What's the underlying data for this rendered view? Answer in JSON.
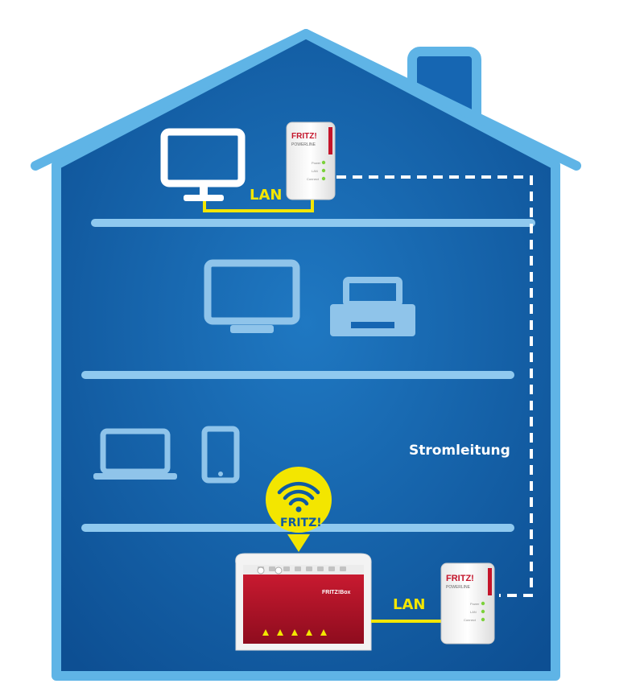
{
  "labels": {
    "lan_top": "LAN",
    "lan_bottom": "LAN",
    "powerline": "Stromleitung",
    "wifi_badge": "FRITZ!"
  },
  "devices": {
    "powerline_brand": "FRITZ!",
    "powerline_model": "POWERLINE",
    "powerline_led_power": "Power",
    "powerline_led_lan": "LAN",
    "powerline_led_connect": "Connect",
    "router_brand": "FRITZ!Box"
  },
  "colors": {
    "sky": "#ffffff",
    "house_outline": "#5fb4e6",
    "house_fill": "#0f5aa3",
    "house_fill_light": "#1c71bd",
    "icon_white": "#ffffff",
    "icon_faint": "#8fc4ea",
    "lan_cable": "#f3e600",
    "wifi_badge": "#f3e600",
    "router_red": "#b3122a",
    "accent_red": "#c4142a"
  }
}
